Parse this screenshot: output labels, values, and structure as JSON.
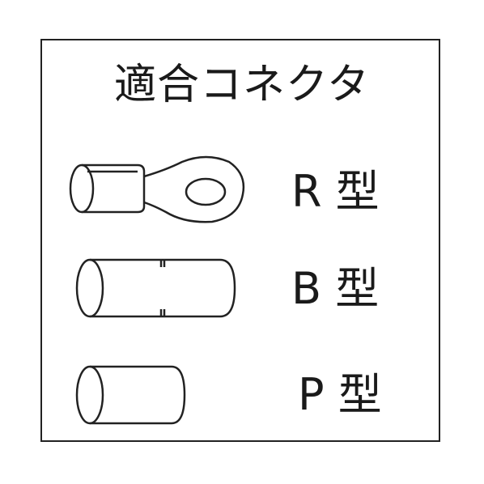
{
  "title": "適合コネクタ",
  "connectors": [
    {
      "label": "R 型",
      "icon": "ring-terminal-icon"
    },
    {
      "label": "B 型",
      "icon": "butt-splice-icon"
    },
    {
      "label": "P 型",
      "icon": "closed-end-connector-icon"
    }
  ],
  "colors": {
    "line": "#222222",
    "text": "#1a1a1a",
    "background": "#ffffff"
  }
}
